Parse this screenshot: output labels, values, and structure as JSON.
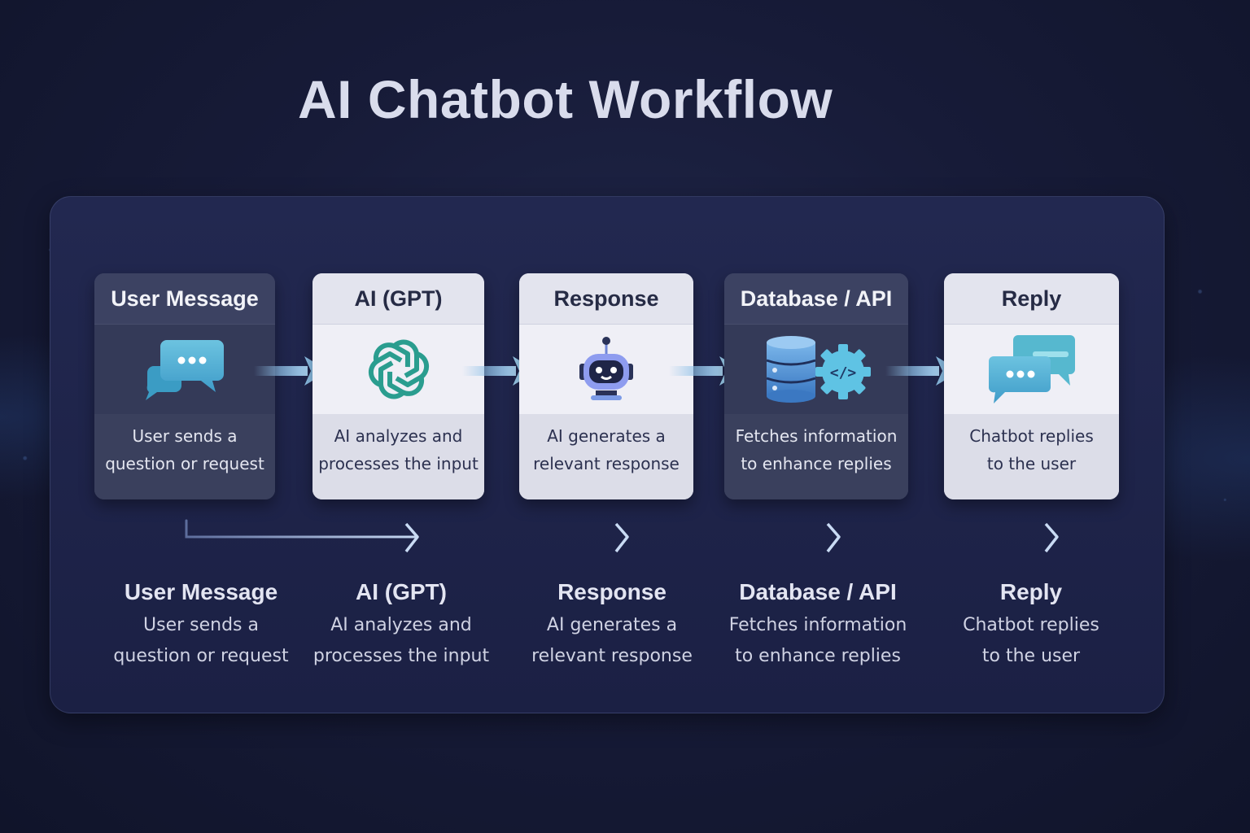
{
  "title": "AI Chatbot Workflow",
  "colors": {
    "background": "#171b38",
    "panel": "#222850",
    "card_dark": "#3a405e",
    "card_light": "#e6e7f0",
    "accent_teal": "#2a9d8f",
    "accent_blue": "#5aa9d6",
    "arrow": "#8fc1e8"
  },
  "cards": [
    {
      "title": "User Message",
      "icon": "chat-bubbles-icon",
      "line1": "User sends a",
      "line2": "question or request",
      "theme": "dark"
    },
    {
      "title": "AI (GPT)",
      "icon": "openai-logo-icon",
      "line1": "AI analyzes and",
      "line2": "processes the input",
      "theme": "light"
    },
    {
      "title": "Response",
      "icon": "robot-icon",
      "line1": "AI generates a",
      "line2": "relevant response",
      "theme": "light"
    },
    {
      "title": "Database / API",
      "icon": "database-api-icon",
      "line1": "Fetches information",
      "line2": "to enhance replies",
      "theme": "dark"
    },
    {
      "title": "Reply",
      "icon": "reply-bubbles-icon",
      "line1": "Chatbot replies",
      "line2": "to the user",
      "theme": "light"
    }
  ],
  "steps": [
    {
      "title": "User Message",
      "line1": "User sends a",
      "line2": "question or request"
    },
    {
      "title": "AI (GPT)",
      "line1": "AI analyzes and",
      "line2": "processes the input"
    },
    {
      "title": "Response",
      "line1": "AI generates a",
      "line2": "relevant response"
    },
    {
      "title": "Database / API",
      "line1": "Fetches information",
      "line2": "to enhance replies"
    },
    {
      "title": "Reply",
      "line1": "Chatbot replies",
      "line2": "to the user"
    }
  ],
  "icon_glyphs": {
    "code": "</>"
  }
}
